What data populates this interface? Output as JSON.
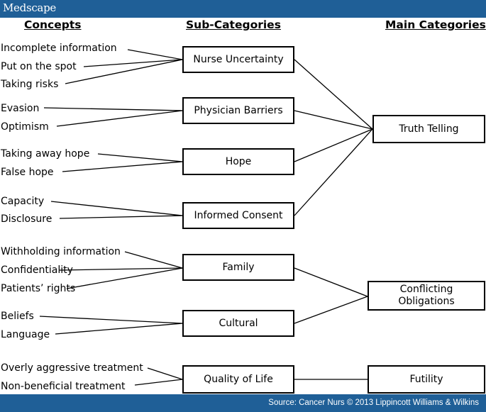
{
  "header": {
    "logo": "Medscape"
  },
  "columns": {
    "concepts": "Concepts",
    "subcategories": "Sub-Categories",
    "main": "Main Categories"
  },
  "concepts": [
    "Incomplete information",
    "Put on the spot",
    "Taking risks",
    "Evasion",
    "Optimism",
    "Taking away hope",
    "False hope",
    "Capacity",
    "Disclosure",
    "Withholding information",
    "Confidentiality",
    "Patients’ rights",
    "Beliefs",
    "Language",
    "Overly aggressive treatment",
    "Non-beneficial treatment"
  ],
  "subcategories": [
    "Nurse Uncertainty",
    "Physician Barriers",
    "Hope",
    "Informed Consent",
    "Family",
    "Cultural",
    "Quality of Life"
  ],
  "main_categories": [
    {
      "line1": "Truth Telling",
      "line2": ""
    },
    {
      "line1": "Conflicting",
      "line2": "Obligations"
    },
    {
      "line1": "Futility",
      "line2": ""
    }
  ],
  "footer": {
    "source": "Source: Cancer Nurs © 2013 Lippincott Williams & Wilkins"
  }
}
